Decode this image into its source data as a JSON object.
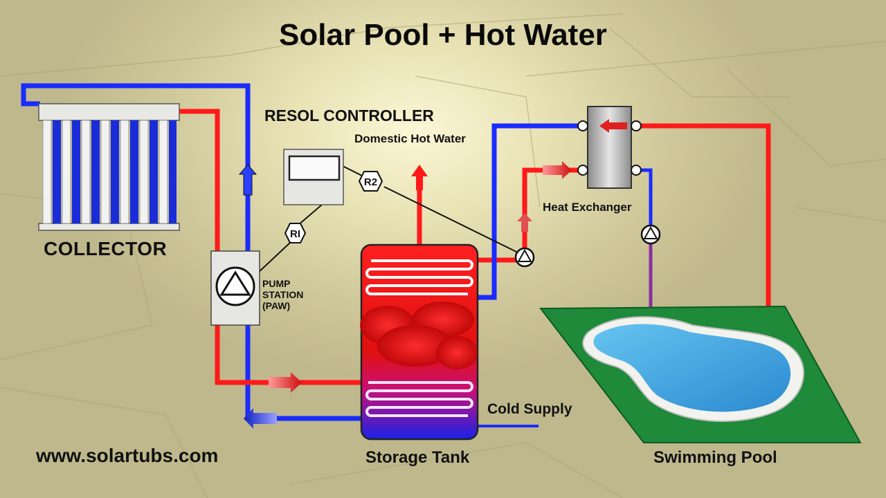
{
  "title": "Solar Pool + Hot Water",
  "labels": {
    "controller": "RESOL CONTROLLER",
    "domestic_hot_water": "Domestic Hot Water",
    "collector": "COLLECTOR",
    "pump_station": "PUMP\nSTATION\n(PAW)",
    "heat_exchanger": "Heat Exchanger",
    "cold_supply": "Cold Supply",
    "storage_tank": "Storage Tank",
    "swimming_pool": "Swimming Pool",
    "website": "www.solartubs.com"
  },
  "sensors": {
    "r1": "RI",
    "r2": "R2"
  },
  "colors": {
    "hot_pipe": "#ff1a1a",
    "cold_pipe": "#1a2cff",
    "pool_return_pipe": "#8a2fa0",
    "pool_lawn": "#1e8a3a",
    "pool_water": "#3aa0e0",
    "tank_top": "#ff1a1a",
    "tank_bottom": "#2020e0"
  }
}
